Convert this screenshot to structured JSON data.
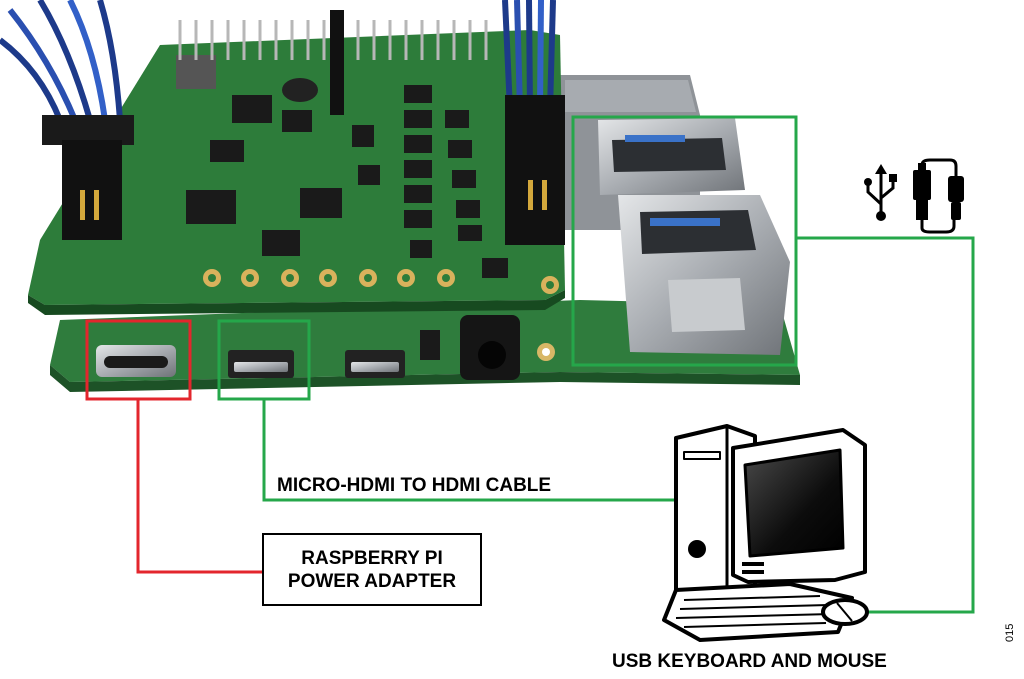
{
  "labels": {
    "hdmi_cable": "MICRO-HDMI TO HDMI CABLE",
    "power_adapter_line1": "RASPBERRY PI",
    "power_adapter_line2": "POWER ADAPTER",
    "usb_caption": "USB KEYBOARD AND MOUSE",
    "figure_number": "015"
  },
  "icons": [
    "usb-symbol-icon",
    "usb-plug-icon",
    "usb-c-plug-icon",
    "computer-icon"
  ],
  "colors": {
    "power_highlight": "#e3262d",
    "hdmi_highlight": "#25a74a",
    "usb_highlight": "#25a74a",
    "board_green": "#2e7d3a",
    "connector_metal": "#b9bcc0"
  }
}
